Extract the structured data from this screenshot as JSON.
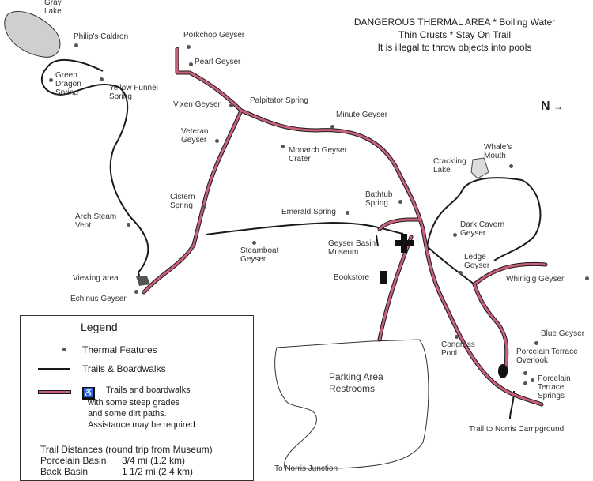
{
  "header": {
    "line1": "DANGEROUS THERMAL AREA * Boiling Water",
    "line2": "Thin Crusts * Stay On Trail",
    "line3": "It is illegal to throw objects into pools"
  },
  "north": "N",
  "labels": {
    "gray_lake": "Gray\nLake",
    "philips_caldron": "Philip's Caldron",
    "porkchop": "Porkchop Geyser",
    "pearl": "Pearl Geyser",
    "green_dragon": "Green\nDragon\nSpring",
    "yellow_funnel": "Yellow Funnel\nSpring",
    "vixen": "Vixen Geyser",
    "palpitator": "Palpitator Spring",
    "minute": "Minute Geyser",
    "veteran": "Veteran\nGeyser",
    "monarch": "Monarch Geyser\nCrater",
    "crackling": "Crackling\nLake",
    "whales_mouth": "Whale's\nMouth",
    "cistern": "Cistern\nSpring",
    "emerald": "Emerald Spring",
    "bathtub": "Bathtub\nSpring",
    "arch_steam": "Arch Steam\nVent",
    "dark_cavern": "Dark Cavern\nGeyser",
    "museum": "Geyser Basin\nMuseum",
    "steamboat": "Steamboat\nGeyser",
    "ledge": "Ledge\nGeyser",
    "viewing": "Viewing area",
    "bookstore": "Bookstore",
    "whirligig": "Whirligig Geyser",
    "echinus": "Echinus Geyser",
    "blue": "Blue Geyser",
    "congress": "Congress\nPool",
    "porcelain_overlook": "Porcelain Terrace\nOverlook",
    "porcelain_springs": "Porcelain\nTerrace\nSprings",
    "parking": "Parking Area\nRestrooms",
    "norris_camp": "Trail to Norris Campground",
    "norris_junction": "To Norris Junction"
  },
  "legend": {
    "title": "Legend",
    "thermal": "Thermal Features",
    "trails": "Trails & Boardwalks",
    "steep_line1": "Trails and boardwalks",
    "steep_line2": "with some steep grades",
    "steep_line3": "and some dirt paths.",
    "steep_line4": "Assistance may be required.",
    "distances_title": "Trail Distances (round trip from Museum)",
    "porcelain_name": "Porcelain Basin",
    "porcelain_dist": "3/4 mi (1.2 km)",
    "back_name": "Back Basin",
    "back_dist": "1 1/2 mi (2.4 km)"
  },
  "colors": {
    "steep_trail": "#c8607a",
    "trail": "#1a1a1a",
    "lake": "#cfcfcf",
    "dot": "#555555"
  },
  "icons": [
    "accessibility-icon",
    "arrow-icon"
  ]
}
